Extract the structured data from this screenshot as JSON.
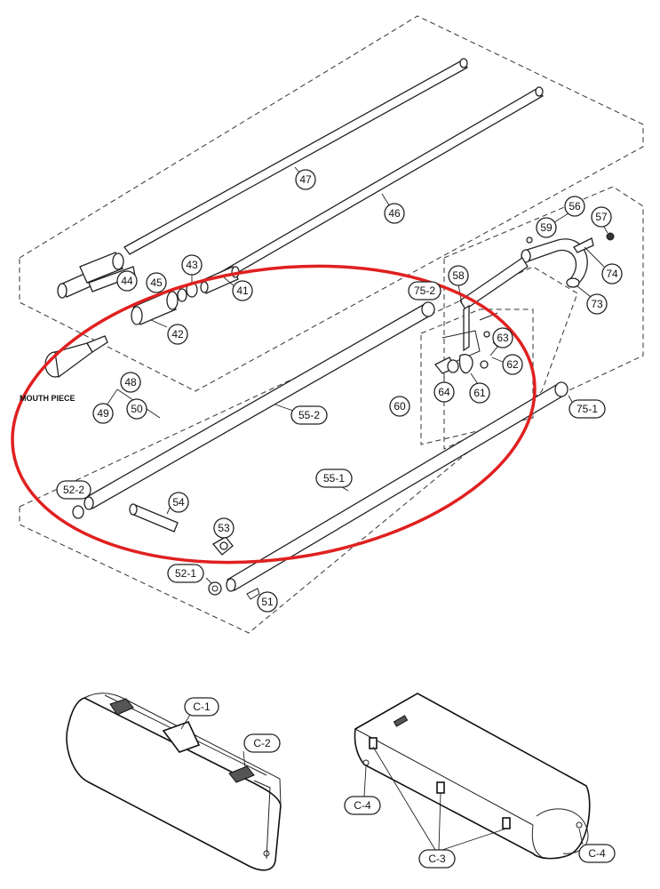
{
  "labels": {
    "p47": "47",
    "p46": "46",
    "p43": "43",
    "p44": "44",
    "p45": "45",
    "p41": "41",
    "p42": "42",
    "p59": "59",
    "p56": "56",
    "p57": "57",
    "p74": "74",
    "p73": "73",
    "p58": "58",
    "p752": "75-2",
    "p63": "63",
    "p62": "62",
    "p64": "64",
    "p61": "61",
    "p60": "60",
    "p751": "75-1",
    "p48": "48",
    "p49": "49",
    "p50": "50",
    "p552": "55-2",
    "p551": "55-1",
    "p522": "52-2",
    "p54": "54",
    "p53": "53",
    "p521": "52-1",
    "p51": "51",
    "c1": "C-1",
    "c2": "C-2",
    "c3": "C-3",
    "c4a": "C-4",
    "c4b": "C-4"
  },
  "mouthpiece_label": "MOUTH PIECE",
  "colors": {
    "highlight": "#e02020",
    "ink": "#222222"
  }
}
